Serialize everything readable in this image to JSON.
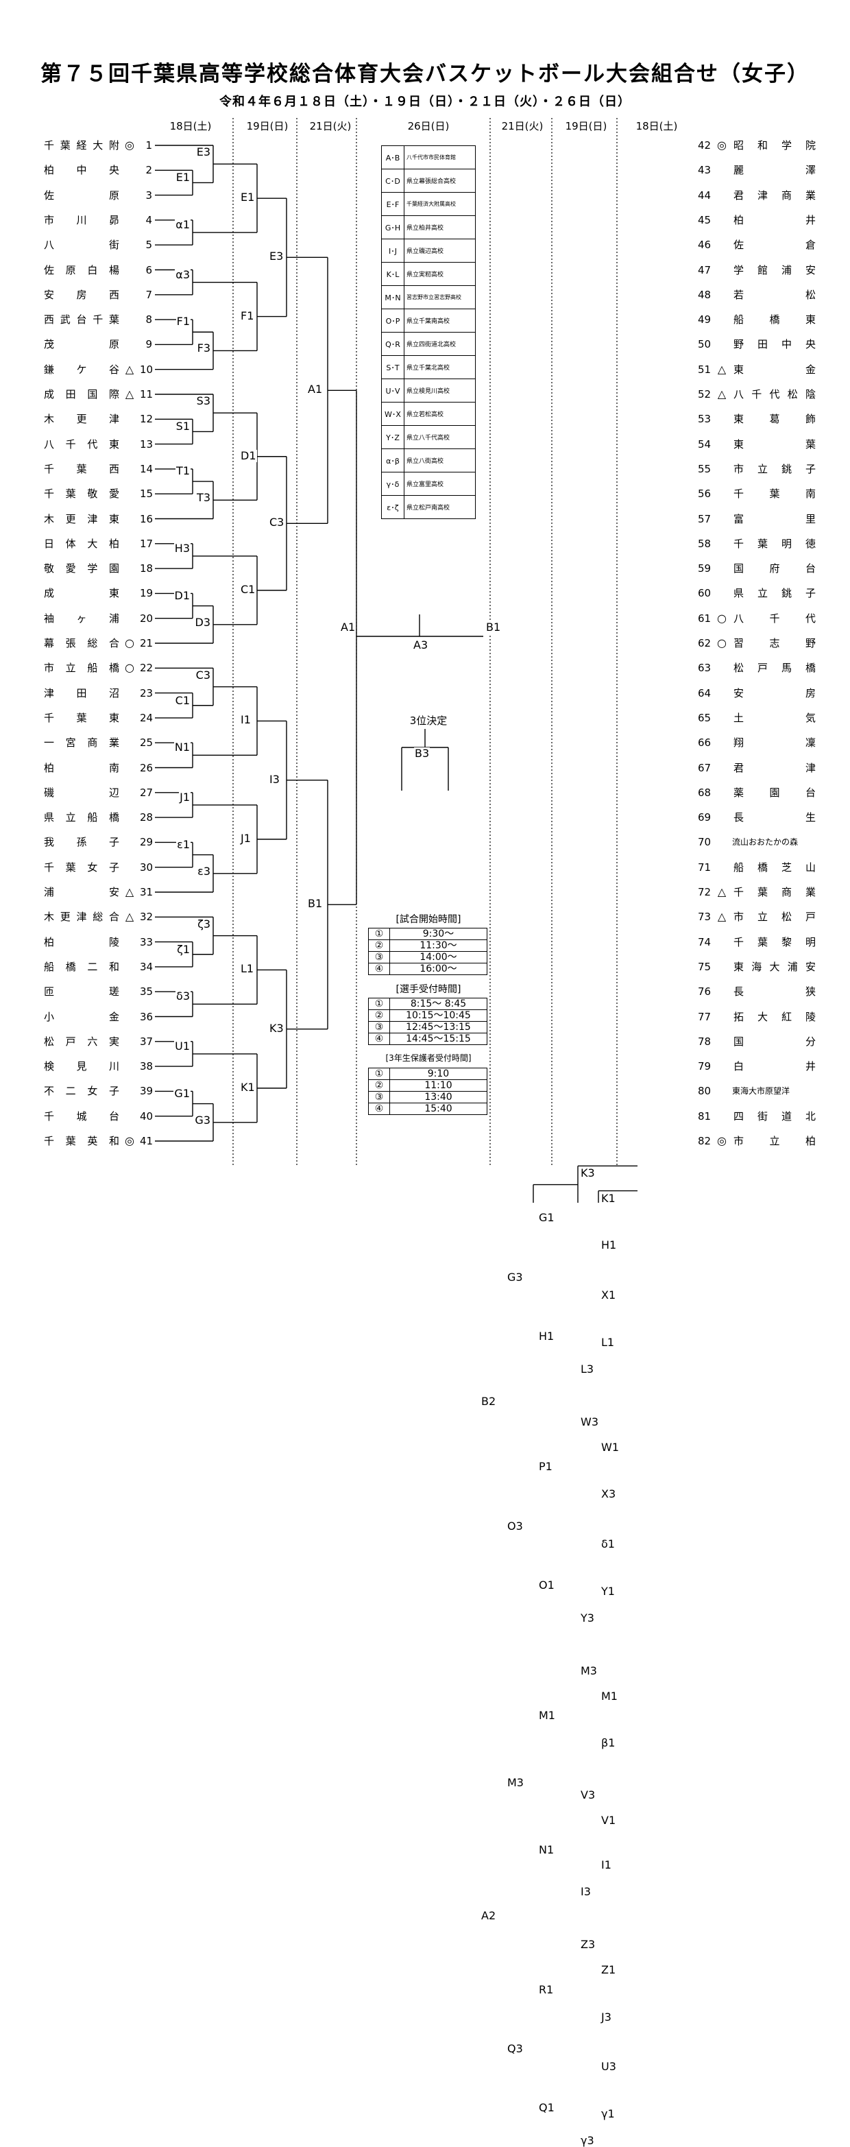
{
  "title": "第７５回千葉県高等学校総合体育大会バスケットボール大会組合せ（女子）",
  "subtitle": "令和４年６月１８日（土）・１９日（日）・２１日（火）・２６日（日）",
  "day_headers": [
    "18日(土)",
    "19日(日)",
    "21日(火)",
    "26日(日)",
    "21日(火)",
    "19日(日)",
    "18日(土)"
  ],
  "left_teams": [
    {
      "name": "千葉経大附",
      "mark": "◎",
      "no": "1"
    },
    {
      "name": "柏中央",
      "mark": "",
      "no": "2"
    },
    {
      "name": "佐原",
      "mark": "",
      "no": "3"
    },
    {
      "name": "市川昴",
      "mark": "",
      "no": "4"
    },
    {
      "name": "八街",
      "mark": "",
      "no": "5"
    },
    {
      "name": "佐原白楊",
      "mark": "",
      "no": "6"
    },
    {
      "name": "安房西",
      "mark": "",
      "no": "7"
    },
    {
      "name": "西武台千葉",
      "mark": "",
      "no": "8"
    },
    {
      "name": "茂原",
      "mark": "",
      "no": "9"
    },
    {
      "name": "鎌ケ谷",
      "mark": "△",
      "no": "10"
    },
    {
      "name": "成田国際",
      "mark": "△",
      "no": "11"
    },
    {
      "name": "木更津",
      "mark": "",
      "no": "12"
    },
    {
      "name": "八千代東",
      "mark": "",
      "no": "13"
    },
    {
      "name": "千葉西",
      "mark": "",
      "no": "14"
    },
    {
      "name": "千葉敬愛",
      "mark": "",
      "no": "15"
    },
    {
      "name": "木更津東",
      "mark": "",
      "no": "16"
    },
    {
      "name": "日体大柏",
      "mark": "",
      "no": "17"
    },
    {
      "name": "敬愛学園",
      "mark": "",
      "no": "18"
    },
    {
      "name": "成東",
      "mark": "",
      "no": "19"
    },
    {
      "name": "袖ヶ浦",
      "mark": "",
      "no": "20"
    },
    {
      "name": "幕張総合",
      "mark": "○",
      "no": "21"
    },
    {
      "name": "市立船橋",
      "mark": "○",
      "no": "22"
    },
    {
      "name": "津田沼",
      "mark": "",
      "no": "23"
    },
    {
      "name": "千葉東",
      "mark": "",
      "no": "24"
    },
    {
      "name": "一宮商業",
      "mark": "",
      "no": "25"
    },
    {
      "name": "柏南",
      "mark": "",
      "no": "26"
    },
    {
      "name": "磯辺",
      "mark": "",
      "no": "27"
    },
    {
      "name": "県立船橋",
      "mark": "",
      "no": "28"
    },
    {
      "name": "我孫子",
      "mark": "",
      "no": "29"
    },
    {
      "name": "千葉女子",
      "mark": "",
      "no": "30"
    },
    {
      "name": "浦安",
      "mark": "△",
      "no": "31"
    },
    {
      "name": "木更津総合",
      "mark": "△",
      "no": "32"
    },
    {
      "name": "柏陵",
      "mark": "",
      "no": "33"
    },
    {
      "name": "船橋二和",
      "mark": "",
      "no": "34"
    },
    {
      "name": "匝瑳",
      "mark": "",
      "no": "35"
    },
    {
      "name": "小金",
      "mark": "",
      "no": "36"
    },
    {
      "name": "松戸六実",
      "mark": "",
      "no": "37"
    },
    {
      "name": "検見川",
      "mark": "",
      "no": "38"
    },
    {
      "name": "不二女子",
      "mark": "",
      "no": "39"
    },
    {
      "name": "千城台",
      "mark": "",
      "no": "40"
    },
    {
      "name": "千葉英和",
      "mark": "◎",
      "no": "41"
    }
  ],
  "right_teams": [
    {
      "name": "昭和学院",
      "mark": "◎",
      "no": "42"
    },
    {
      "name": "麗澤",
      "mark": "",
      "no": "43"
    },
    {
      "name": "君津商業",
      "mark": "",
      "no": "44"
    },
    {
      "name": "柏井",
      "mark": "",
      "no": "45"
    },
    {
      "name": "佐倉",
      "mark": "",
      "no": "46"
    },
    {
      "name": "学館浦安",
      "mark": "",
      "no": "47"
    },
    {
      "name": "若松",
      "mark": "",
      "no": "48"
    },
    {
      "name": "船橋東",
      "mark": "",
      "no": "49"
    },
    {
      "name": "野田中央",
      "mark": "",
      "no": "50"
    },
    {
      "name": "東金",
      "mark": "△",
      "no": "51"
    },
    {
      "name": "八千代松陰",
      "mark": "△",
      "no": "52"
    },
    {
      "name": "東葛飾",
      "mark": "",
      "no": "53"
    },
    {
      "name": "東葉",
      "mark": "",
      "no": "54"
    },
    {
      "name": "市立銚子",
      "mark": "",
      "no": "55"
    },
    {
      "name": "千葉南",
      "mark": "",
      "no": "56"
    },
    {
      "name": "富里",
      "mark": "",
      "no": "57"
    },
    {
      "name": "千葉明徳",
      "mark": "",
      "no": "58"
    },
    {
      "name": "国府台",
      "mark": "",
      "no": "59"
    },
    {
      "name": "県立銚子",
      "mark": "",
      "no": "60"
    },
    {
      "name": "八千代",
      "mark": "○",
      "no": "61"
    },
    {
      "name": "習志野",
      "mark": "○",
      "no": "62"
    },
    {
      "name": "松戸馬橋",
      "mark": "",
      "no": "63"
    },
    {
      "name": "安房",
      "mark": "",
      "no": "64"
    },
    {
      "name": "土気",
      "mark": "",
      "no": "65"
    },
    {
      "name": "翔凜",
      "mark": "",
      "no": "66"
    },
    {
      "name": "君津",
      "mark": "",
      "no": "67"
    },
    {
      "name": "薬園台",
      "mark": "",
      "no": "68"
    },
    {
      "name": "長生",
      "mark": "",
      "no": "69"
    },
    {
      "name": "流山おおたかの森",
      "mark": "",
      "no": "70"
    },
    {
      "name": "船橋芝山",
      "mark": "",
      "no": "71"
    },
    {
      "name": "千葉商業",
      "mark": "△",
      "no": "72"
    },
    {
      "name": "市立松戸",
      "mark": "△",
      "no": "73"
    },
    {
      "name": "千葉黎明",
      "mark": "",
      "no": "74"
    },
    {
      "name": "東海大浦安",
      "mark": "",
      "no": "75"
    },
    {
      "name": "長狭",
      "mark": "",
      "no": "76"
    },
    {
      "name": "拓大紅陵",
      "mark": "",
      "no": "77"
    },
    {
      "name": "国分",
      "mark": "",
      "no": "78"
    },
    {
      "name": "白井",
      "mark": "",
      "no": "79"
    },
    {
      "name": "東海大市原望洋",
      "mark": "",
      "no": "80"
    },
    {
      "name": "四街道北",
      "mark": "",
      "no": "81"
    },
    {
      "name": "市立柏",
      "mark": "◎",
      "no": "82"
    }
  ],
  "left_r1": [
    {
      "t": [
        1,
        2,
        3
      ],
      "p": [
        "E3",
        "E1"
      ]
    },
    {
      "t": [
        4,
        5
      ],
      "p": [
        "α1"
      ]
    },
    {
      "t": [
        6,
        7
      ],
      "p": [
        "α3"
      ]
    },
    {
      "t": [
        8,
        9,
        10
      ],
      "p": [
        "F1",
        "F3"
      ]
    },
    {
      "t": [
        11,
        12,
        13
      ],
      "p": [
        "S3",
        "S1"
      ]
    },
    {
      "t": [
        14,
        15,
        16
      ],
      "p": [
        "T1",
        "T3"
      ]
    },
    {
      "t": [
        17,
        18
      ],
      "p": [
        "H3"
      ]
    },
    {
      "t": [
        19,
        20,
        21
      ],
      "p": [
        "D1",
        "D3"
      ]
    },
    {
      "t": [
        22,
        23,
        24
      ],
      "p": [
        "C3",
        "C1"
      ]
    },
    {
      "t": [
        25,
        26
      ],
      "p": [
        "N1"
      ]
    },
    {
      "t": [
        27,
        28
      ],
      "p": [
        "J1"
      ]
    },
    {
      "t": [
        29,
        30,
        31
      ],
      "p": [
        "ε1",
        "ε3"
      ]
    },
    {
      "t": [
        32,
        33,
        34
      ],
      "p": [
        "ζ3",
        "ζ1"
      ]
    },
    {
      "t": [
        35,
        36
      ],
      "p": [
        "δ3"
      ]
    },
    {
      "t": [
        37,
        38
      ],
      "p": [
        "U1"
      ]
    },
    {
      "t": [
        39,
        40,
        41
      ],
      "p": [
        "G1",
        "G3"
      ]
    }
  ],
  "right_r1": [
    {
      "t": [
        42,
        43,
        44
      ],
      "p": [
        "K3",
        "K1"
      ]
    },
    {
      "t": [
        45,
        46
      ],
      "p": [
        "H1"
      ]
    },
    {
      "t": [
        47,
        48
      ],
      "p": [
        "X1"
      ]
    },
    {
      "t": [
        49,
        50,
        51
      ],
      "p": [
        "L1",
        "L3"
      ]
    },
    {
      "t": [
        52,
        53,
        54
      ],
      "p": [
        "W3",
        "W1"
      ]
    },
    {
      "t": [
        55,
        56
      ],
      "p": [
        "X3"
      ]
    },
    {
      "t": [
        57,
        58
      ],
      "p": [
        "δ1"
      ]
    },
    {
      "t": [
        59,
        60,
        61
      ],
      "p": [
        "Y1",
        "Y3"
      ]
    },
    {
      "t": [
        62,
        63,
        64
      ],
      "p": [
        "M3",
        "M1"
      ]
    },
    {
      "t": [
        65,
        66
      ],
      "p": [
        "β1"
      ]
    },
    {
      "t": [
        67,
        68,
        69
      ],
      "p": [
        "V3",
        "V1"
      ]
    },
    {
      "t": [
        70,
        71,
        72
      ],
      "p": [
        "I1",
        "I3"
      ]
    },
    {
      "t": [
        73,
        74,
        75
      ],
      "p": [
        "Z3",
        "Z1"
      ]
    },
    {
      "t": [
        76,
        77
      ],
      "p": [
        "J3"
      ]
    },
    {
      "t": [
        78,
        79
      ],
      "p": [
        "U3"
      ]
    },
    {
      "t": [
        80,
        81,
        82
      ],
      "p": [
        "γ1",
        "γ3"
      ]
    }
  ],
  "left_r2": [
    "E1",
    "F1",
    "D1",
    "C1",
    "I1",
    "J1",
    "L1",
    "K1"
  ],
  "left_r3": [
    "E3",
    "C3",
    "I3",
    "K3"
  ],
  "left_r4": [
    "A1",
    "B1"
  ],
  "left_final": "A1",
  "right_r2": [
    "G1",
    "H1",
    "P1",
    "O1",
    "M1",
    "N1",
    "R1",
    "Q1"
  ],
  "right_r3": [
    "G3",
    "O3",
    "M3",
    "Q3"
  ],
  "right_r4": [
    "B2",
    "A2"
  ],
  "right_final": "B1",
  "final_label": "A3",
  "third_place_title": "3位決定",
  "third_place_label": "B3",
  "venues": [
    {
      "pair": "A･B",
      "venue": "八千代市市民体育館"
    },
    {
      "pair": "C･D",
      "venue": "県立幕張総合高校"
    },
    {
      "pair": "E･F",
      "venue": "千葉経済大附属高校"
    },
    {
      "pair": "G･H",
      "venue": "県立柏井高校"
    },
    {
      "pair": "I･J",
      "venue": "県立磯辺高校"
    },
    {
      "pair": "K･L",
      "venue": "県立実籾高校"
    },
    {
      "pair": "M･N",
      "venue": "習志野市立習志野高校"
    },
    {
      "pair": "O･P",
      "venue": "県立千葉南高校"
    },
    {
      "pair": "Q･R",
      "venue": "県立四街道北高校"
    },
    {
      "pair": "S･T",
      "venue": "県立千葉北高校"
    },
    {
      "pair": "U･V",
      "venue": "県立検見川高校"
    },
    {
      "pair": "W･X",
      "venue": "県立若松高校"
    },
    {
      "pair": "Y･Z",
      "venue": "県立八千代高校"
    },
    {
      "pair": "α･β",
      "venue": "県立八街高校"
    },
    {
      "pair": "γ･δ",
      "venue": "県立富里高校"
    },
    {
      "pair": "ε･ζ",
      "venue": "県立松戸南高校"
    }
  ],
  "start_times_header": "[試合開始時間]",
  "start_times": [
    {
      "n": "①",
      "t": "9:30〜"
    },
    {
      "n": "②",
      "t": "11:30〜"
    },
    {
      "n": "③",
      "t": "14:00〜"
    },
    {
      "n": "④",
      "t": "16:00〜"
    }
  ],
  "reception_header": "[選手受付時間]",
  "reception_times": [
    {
      "n": "①",
      "t": "8:15〜 8:45"
    },
    {
      "n": "②",
      "t": "10:15〜10:45"
    },
    {
      "n": "③",
      "t": "12:45〜13:15"
    },
    {
      "n": "④",
      "t": "14:45〜15:15"
    }
  ],
  "guardian_header": "[3年生保護者受付時間]",
  "guardian_times": [
    {
      "n": "①",
      "t": "9:10"
    },
    {
      "n": "②",
      "t": "11:10"
    },
    {
      "n": "③",
      "t": "13:40"
    },
    {
      "n": "④",
      "t": "15:40"
    }
  ]
}
